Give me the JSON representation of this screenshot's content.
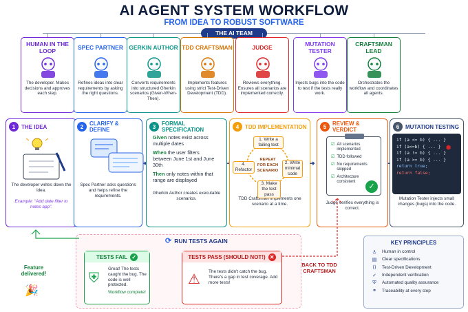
{
  "header": {
    "title": "AI AGENT SYSTEM WORKFLOW",
    "subtitle": "FROM IDEA TO ROBUST SOFTWARE",
    "team_label": "THE AI TEAM"
  },
  "team": [
    {
      "name": "HUMAN IN THE LOOP",
      "desc": "The developer. Makes decisions and approves each step.",
      "color": "#6d28d9"
    },
    {
      "name": "SPEC PARTNER",
      "desc": "Refines ideas into clear requirements by asking the right questions.",
      "color": "#2563eb"
    },
    {
      "name": "GERKIN AUTHOR",
      "desc": "Converts requirements into structured Gherkin scenarios (Given-When-Then).",
      "color": "#0d9488"
    },
    {
      "name": "TDD CRAFTSMAN",
      "desc": "Implements features using strict Test-Driven Development (TDD).",
      "color": "#d97706"
    },
    {
      "name": "JUDGE",
      "desc": "Reviews everything. Ensures all scenarios are implemented correctly.",
      "color": "#dc2626"
    },
    {
      "name": "MUTATION TESTER",
      "desc": "Injects bugs into the code to test if the tests really work.",
      "color": "#7c3aed"
    },
    {
      "name": "CRAFTSMAN LEAD",
      "desc": "Orchestrates the workflow and coordinates all agents.",
      "color": "#15803d"
    }
  ],
  "stages": [
    {
      "num": "1",
      "title": "THE IDEA",
      "desc": "The developer writes down the idea.",
      "example": "Example: \"Add date filter to notes app\".",
      "color": "#6d28d9"
    },
    {
      "num": "2",
      "title": "CLARIFY & DEFINE",
      "desc": "Spec Partner asks questions and helps refine the requirements.",
      "color": "#2563eb"
    },
    {
      "num": "3",
      "title": "FORMAL SPECIFICATION",
      "desc": "Gherkin Author creates executable scenarios.",
      "color": "#0d9488",
      "gherkin": [
        {
          "kw": "Given",
          "text": " notes exist across multiple dates"
        },
        {
          "kw": "When",
          "text": " the user filters between June 1st and June 30th"
        },
        {
          "kw": "Then",
          "text": " only notes within that range are displayed"
        }
      ]
    },
    {
      "num": "4",
      "title": "TDD IMPLEMENTATION",
      "desc": "TDD Craftsman implements one scenario at a time.",
      "color": "#f59e0b",
      "cycle": {
        "center": "REPEAT FOR EACH SCENARIO",
        "step1": "1. Write a failing test",
        "step2": "2. Write minimal code",
        "step3": "3. Make the test pass",
        "step4": "4. Refactor"
      }
    },
    {
      "num": "5",
      "title": "REVIEW & VERDICT",
      "desc": "Judge verifies everything is correct.",
      "color": "#ea580c",
      "checks": [
        "All scenarios implemented",
        "TDD followed",
        "No requirements skipped",
        "Architecture consistent"
      ]
    },
    {
      "num": "6",
      "title": "MUTATION TESTING",
      "desc": "Mutation Tester injects small changes (bugs) into the code.",
      "color": "#475569",
      "code": [
        "if (a <= b) { ... }",
        "if (a<=b) { ... }",
        "if (a != b) { ... }",
        "if (a >= b) { ... }",
        "return true;",
        "return false;"
      ]
    }
  ],
  "loop": {
    "title": "RUN TESTS AGAIN",
    "fail": {
      "title": "TESTS FAIL",
      "text": "Great! The tests caught the bug. The code is well protected.",
      "note": "Workflow complete!"
    },
    "pass": {
      "title": "TESTS PASS (SHOULD NOT!)",
      "text": "The tests didn't catch the bug. There's a gap in test coverage. Add more tests!"
    },
    "back_label": "BACK TO TDD CRAFTSMAN",
    "delivered": "Feature delivered!"
  },
  "principles": {
    "title": "KEY PRINCIPLES",
    "items": [
      {
        "icon": "person-icon",
        "glyph": "♙",
        "label": "Human in control"
      },
      {
        "icon": "document-icon",
        "glyph": "▤",
        "label": "Clear specifications"
      },
      {
        "icon": "code-icon",
        "glyph": "⟨⟩",
        "label": "Test-Driven Development"
      },
      {
        "icon": "check-circle-icon",
        "glyph": "✓",
        "label": "Independent verification"
      },
      {
        "icon": "shield-icon",
        "glyph": "⛨",
        "label": "Automated quality assurance"
      },
      {
        "icon": "link-icon",
        "glyph": "⚭",
        "label": "Traceability at every step"
      }
    ]
  }
}
